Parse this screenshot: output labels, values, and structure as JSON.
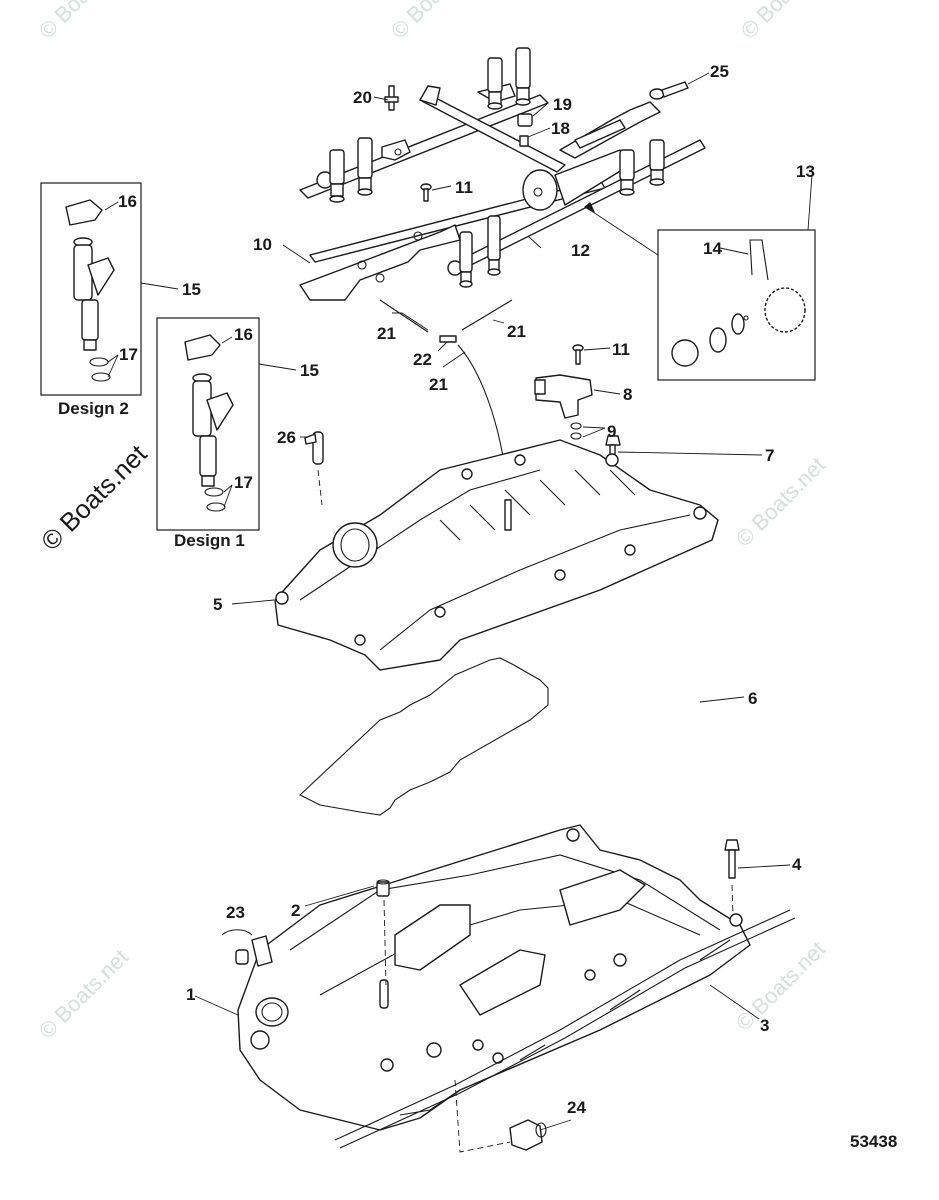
{
  "diagram": {
    "type": "exploded-parts-diagram",
    "figure_number": "53438",
    "watermark": "© Boats.net",
    "insets": [
      {
        "name": "design-2",
        "caption": "Design 2",
        "callouts": [
          "16",
          "17",
          "15"
        ]
      },
      {
        "name": "design-1",
        "caption": "Design 1",
        "callouts": [
          "16",
          "17",
          "15"
        ]
      },
      {
        "name": "pressure-regulator-kit",
        "caption": "",
        "callouts": [
          "13",
          "14"
        ]
      }
    ],
    "callouts": [
      {
        "id": "c1",
        "label": "1"
      },
      {
        "id": "c2",
        "label": "2"
      },
      {
        "id": "c3",
        "label": "3"
      },
      {
        "id": "c4",
        "label": "4"
      },
      {
        "id": "c5",
        "label": "5"
      },
      {
        "id": "c6",
        "label": "6"
      },
      {
        "id": "c7",
        "label": "7"
      },
      {
        "id": "c8",
        "label": "8"
      },
      {
        "id": "c9",
        "label": "9"
      },
      {
        "id": "c10",
        "label": "10"
      },
      {
        "id": "c11a",
        "label": "11"
      },
      {
        "id": "c11b",
        "label": "11"
      },
      {
        "id": "c12",
        "label": "12"
      },
      {
        "id": "c13",
        "label": "13"
      },
      {
        "id": "c14",
        "label": "14"
      },
      {
        "id": "c15a",
        "label": "15"
      },
      {
        "id": "c15b",
        "label": "15"
      },
      {
        "id": "c16a",
        "label": "16"
      },
      {
        "id": "c16b",
        "label": "16"
      },
      {
        "id": "c17a",
        "label": "17"
      },
      {
        "id": "c17b",
        "label": "17"
      },
      {
        "id": "c18",
        "label": "18"
      },
      {
        "id": "c19",
        "label": "19"
      },
      {
        "id": "c20",
        "label": "20"
      },
      {
        "id": "c21a",
        "label": "21"
      },
      {
        "id": "c21b",
        "label": "21"
      },
      {
        "id": "c21c",
        "label": "21"
      },
      {
        "id": "c22",
        "label": "22"
      },
      {
        "id": "c23",
        "label": "23"
      },
      {
        "id": "c24",
        "label": "24"
      },
      {
        "id": "c25",
        "label": "25"
      },
      {
        "id": "c26",
        "label": "26"
      }
    ],
    "parts": [
      "fuel-rail-assembly",
      "fuel-injector",
      "injector-clip",
      "o-ring",
      "fuel-pressure-regulator",
      "regulator-retainer-clip",
      "rail-bracket",
      "map-sensor",
      "upper-intake-manifold",
      "intake-gasket",
      "lower-intake-manifold",
      "manifold-gasket",
      "bolt",
      "stud",
      "vacuum-hose",
      "tee-fitting",
      "plug",
      "elbow-fitting",
      "schrader-valve-cap"
    ]
  }
}
